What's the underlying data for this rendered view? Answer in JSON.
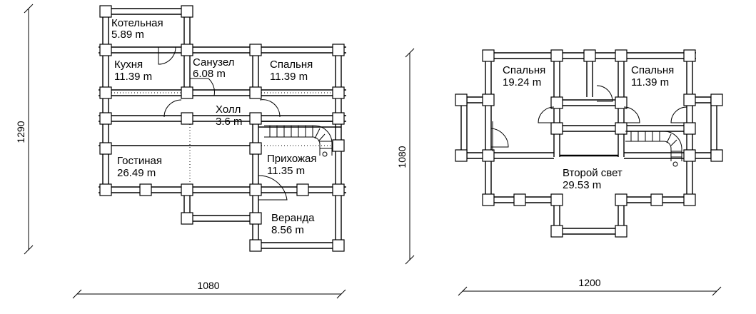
{
  "plans": [
    {
      "name": "first-floor",
      "dim_width": "1080",
      "dim_height": "1290",
      "rooms": [
        {
          "name": "Котельная",
          "area": "5.89 m"
        },
        {
          "name": "Кухня",
          "area": "11.39 m"
        },
        {
          "name": "Санузел",
          "area": "6.08 m"
        },
        {
          "name": "Спальня",
          "area": "11.39 m"
        },
        {
          "name": "Холл",
          "area": "3.6 m"
        },
        {
          "name": "Гостиная",
          "area": "26.49 m"
        },
        {
          "name": "Прихожая",
          "area": "11.35 m"
        },
        {
          "name": "Веранда",
          "area": "8.56 m"
        }
      ]
    },
    {
      "name": "second-floor",
      "dim_width": "1200",
      "dim_height": "1080",
      "rooms": [
        {
          "name": "Спальня",
          "area": "19.24 m"
        },
        {
          "name": "Спальня",
          "area": "11.39 m"
        },
        {
          "name": "Второй свет",
          "area": "29.53 m"
        }
      ]
    }
  ]
}
